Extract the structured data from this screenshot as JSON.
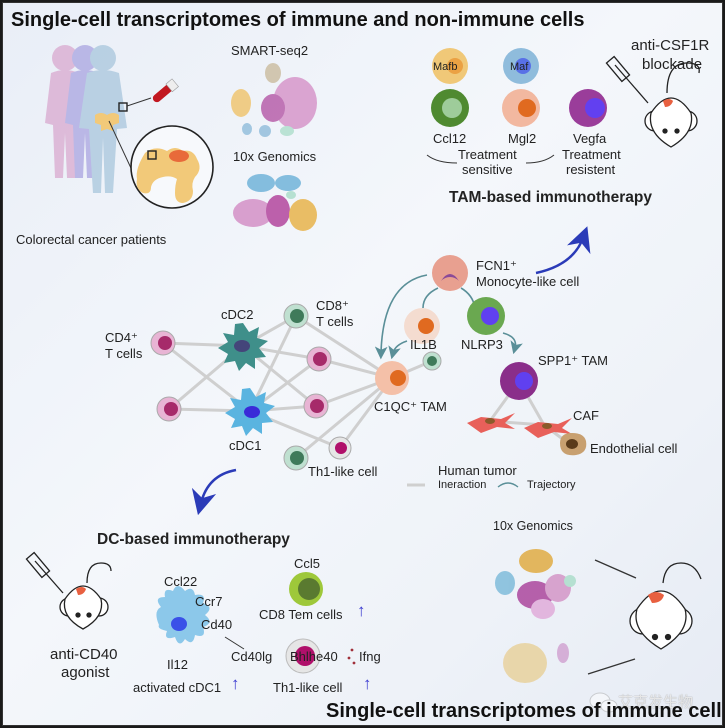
{
  "titles": {
    "top": "Single-cell transcriptomes of immune and non-immune cells",
    "bottom": "Single-cell transcriptomes of immune cells"
  },
  "patients": {
    "label": "Colorectal cancer patients"
  },
  "platforms": {
    "smart_seq2": "SMART-seq2",
    "tenx_top": "10x Genomics",
    "tenx_bottom": "10x Genomics"
  },
  "tam_therapy": {
    "title": "TAM-based immunotherapy",
    "cells": [
      {
        "label": "Mafb",
        "color": "#f0c878"
      },
      {
        "label": "Maf",
        "color": "#8fbcdc"
      },
      {
        "label": "Ccl12",
        "color": "#4f8a30"
      },
      {
        "label": "Mgl2",
        "color": "#f2b8a0"
      },
      {
        "label": "Vegfa",
        "color": "#9a3d9a"
      }
    ],
    "sensitive_label_line1": "Treatment",
    "sensitive_label_line2": "sensitive",
    "resistant_label_line1": "Treatment",
    "resistant_label_line2": "resistent",
    "drug_line1": "anti-CSF1R",
    "drug_line2": "blockade"
  },
  "network": {
    "cd4_line1": "CD4⁺",
    "cd4_line2": "T cells",
    "cdc2": "cDC2",
    "cdc1": "cDC1",
    "cd8_line1": "CD8⁺",
    "cd8_line2": "T cells",
    "th1": "Th1-like cell",
    "fcn1_line1": "FCN1⁺",
    "fcn1_line2": "Monocyte-like cell",
    "il1b": "IL1B",
    "nlrp3": "NLRP3",
    "c1qc": "C1QC⁺ TAM",
    "spp1": "SPP1⁺ TAM",
    "caf": "CAF",
    "endothelial": "Endothelial cell"
  },
  "legend": {
    "title": "Human tumor",
    "interaction": "Ineraction",
    "trajectory": "Trajectory"
  },
  "dc_therapy": {
    "title": "DC-based immunotherapy",
    "drug_line1": "anti-CD40",
    "drug_line2": "agonist",
    "ccl22": "Ccl22",
    "ccr7": "Ccr7",
    "cd40": "Cd40",
    "il12": "Il12",
    "activated_cdc1": "activated cDC1",
    "ccl5": "Ccl5",
    "cd8tem": "CD8 Tem cells",
    "cd40lg": "Cd40lg",
    "bhlhe40": "Bhlhe40",
    "ifng": "Ifng",
    "th1": "Th1-like cell",
    "up_arrow": "↑"
  },
  "watermark": "艾克发生物",
  "colors": {
    "arrow_blue": "#2b3bb8",
    "trajectory": "#5a8f98",
    "interaction": "#cfcfcf",
    "cdc2": "#3f8f8a",
    "cdc1": "#5ab4e0",
    "tcell_outer": "#e8b4d4",
    "tcell_inner": "#a62a6a",
    "cd8_outer": "#bfe0d0",
    "cd8_inner": "#3f7a5a"
  }
}
